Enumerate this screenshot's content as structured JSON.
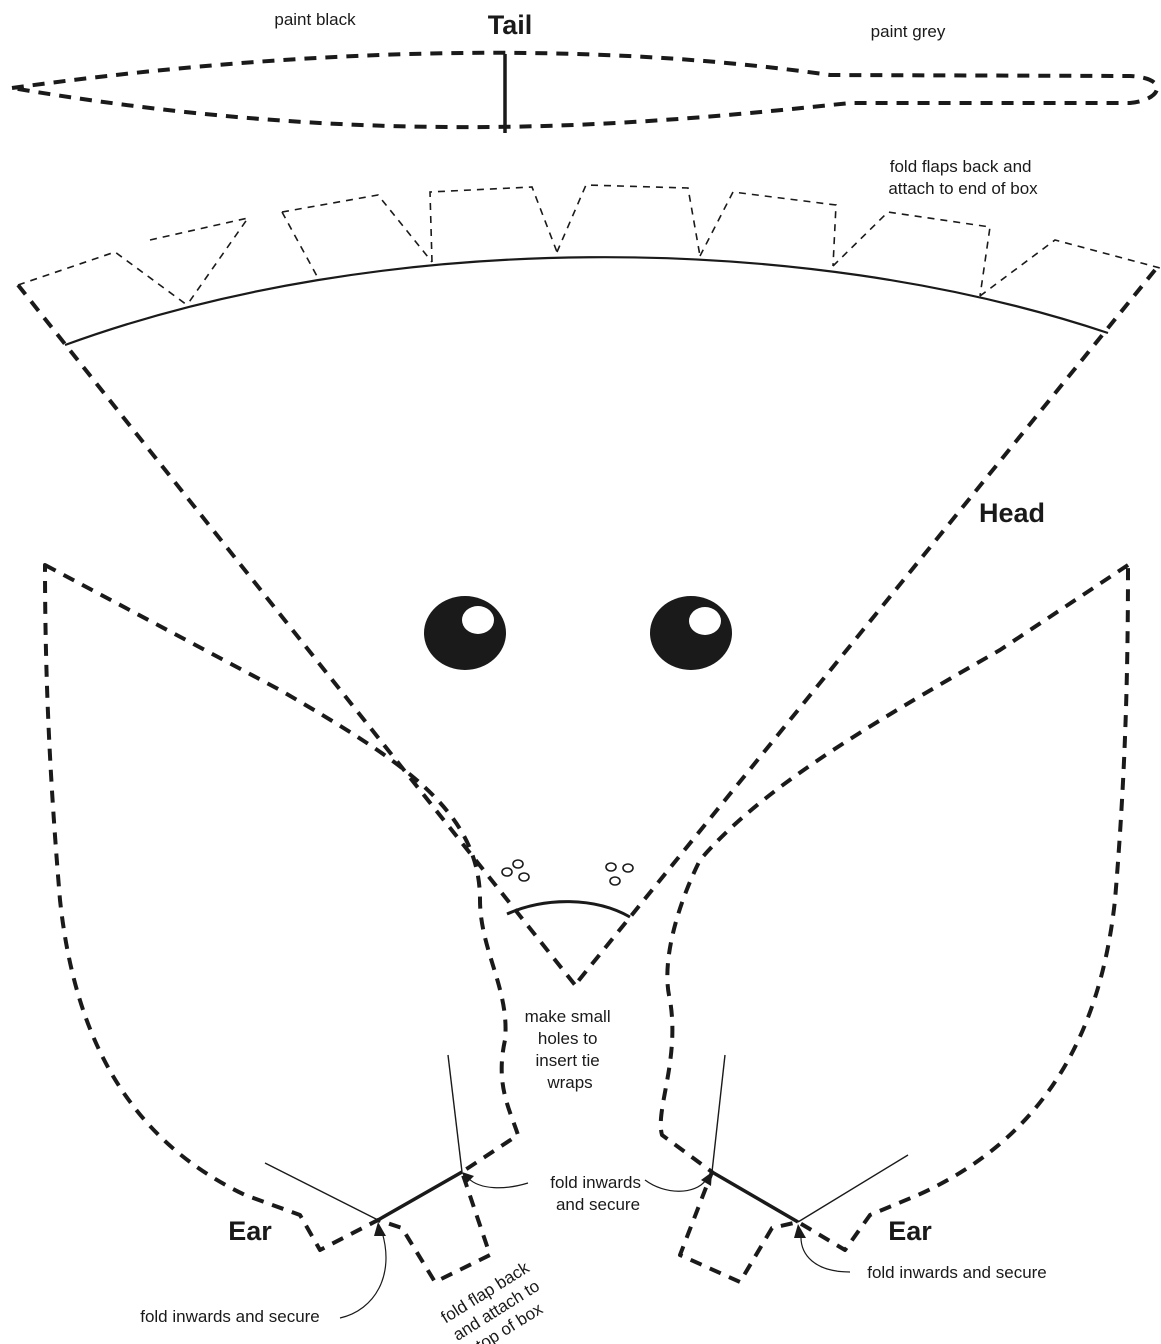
{
  "parts": {
    "tail": {
      "title": "Tail",
      "left_note": "paint black",
      "right_note": "paint grey"
    },
    "head": {
      "title": "Head",
      "flaps_note": [
        "fold flaps back and",
        "attach to end of box"
      ],
      "holes_note": [
        "make small",
        "holes to",
        "insert tie",
        "wraps"
      ],
      "flap_back_note": [
        "fold flap back",
        "and attach to",
        "top of box"
      ],
      "fold_inwards_center": [
        "fold inwards",
        "and secure"
      ]
    },
    "ear_left": {
      "title": "Ear",
      "note": "fold inwards and secure"
    },
    "ear_right": {
      "title": "Ear",
      "note": "fold inwards and secure"
    }
  },
  "legend": {
    "cut_line": "dashed",
    "fold_line": "solid"
  },
  "colors": {
    "ink": "#1a1a1a",
    "paper": "#ffffff"
  }
}
